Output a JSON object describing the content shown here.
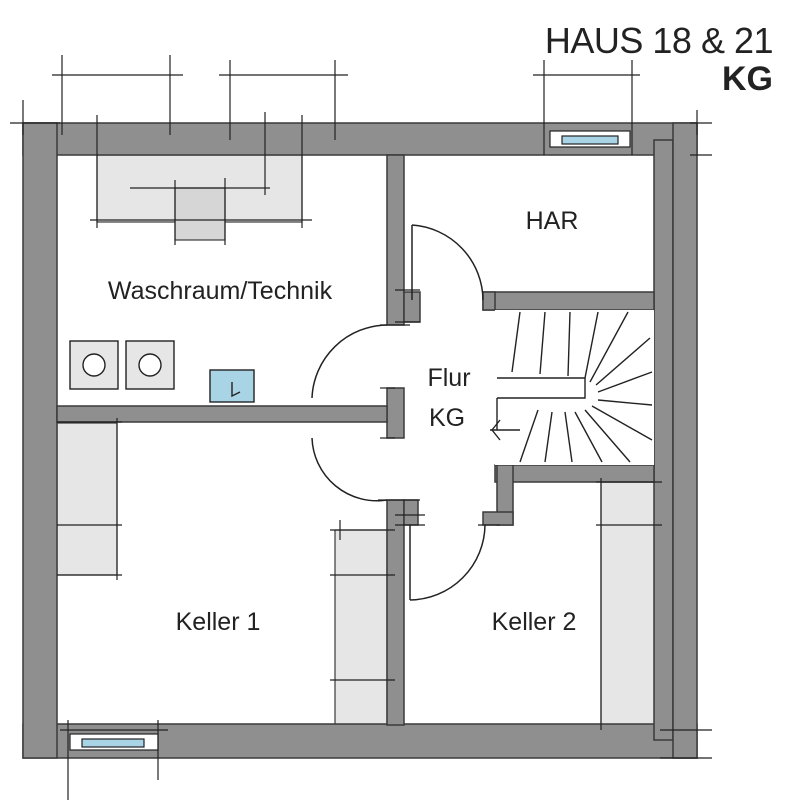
{
  "title": {
    "house": "HAUS 18 & 21",
    "level": "KG"
  },
  "rooms": {
    "waschraum": "Waschraum/Technik",
    "har": "HAR",
    "flur_line1": "Flur",
    "flur_line2": "KG",
    "keller1": "Keller 1",
    "keller2": "Keller 2"
  },
  "colors": {
    "wall": "#8f8f8f",
    "wall_outline": "#3a3a3a",
    "fixture": "#e6e6e6",
    "window_glass": "#a9d4e6",
    "line": "#222222"
  }
}
